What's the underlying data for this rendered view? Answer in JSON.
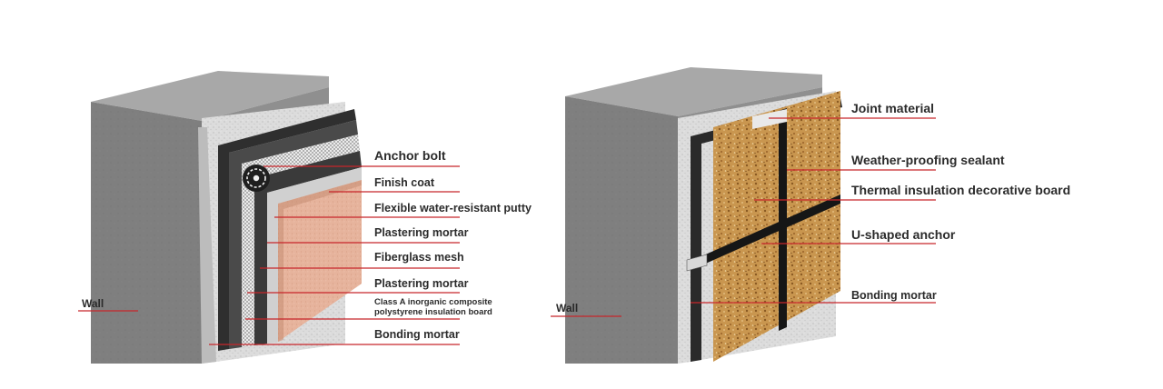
{
  "colors": {
    "callout_line": "#c8262b",
    "wall_front": "#7d7d7d",
    "wall_top": "#a9a9a9",
    "wall_side": "#5f5f5f",
    "insulation": "#d9d9d9",
    "mortar_dark": "#2e2e2e",
    "finish_coat": "#e7b8a3",
    "stone_board": "#c9964f",
    "sealant": "#1a1a1a"
  },
  "left_diagram": {
    "wall_label": "Wall",
    "layers": [
      "Anchor bolt",
      "Finish coat",
      "Flexible water-resistant putty",
      "Plastering mortar",
      "Fiberglass mesh",
      "Plastering mortar",
      "Class A inorganic composite",
      "polystyrene insulation board",
      "Bonding mortar"
    ]
  },
  "right_diagram": {
    "wall_label": "Wall",
    "layers": [
      "Joint material",
      "Weather-proofing sealant",
      "Thermal insulation decorative board",
      "U-shaped anchor",
      "Bonding mortar"
    ]
  }
}
